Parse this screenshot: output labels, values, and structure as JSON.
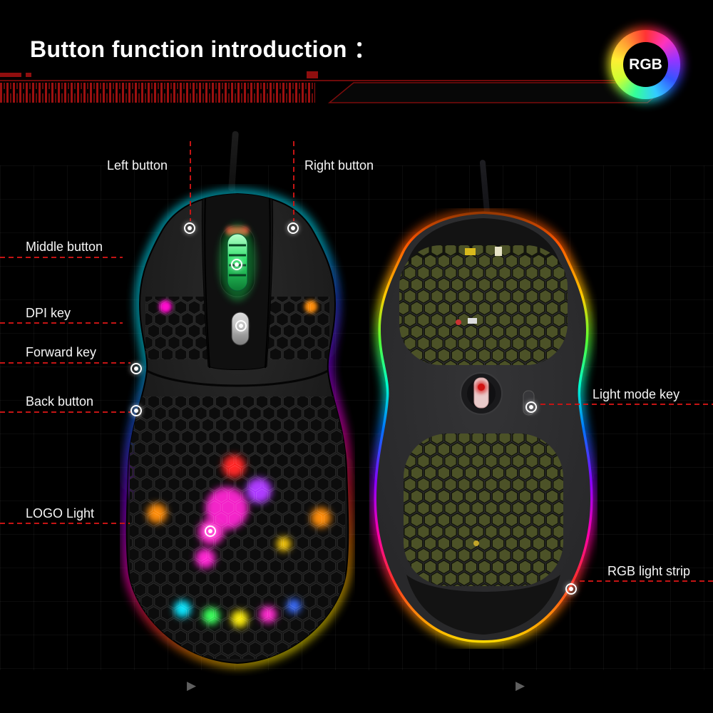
{
  "title": "Button function introduction ：",
  "rgb_badge": "RGB",
  "callouts": {
    "left_button": "Left button",
    "right_button": "Right button",
    "middle_button": "Middle button",
    "dpi_key": "DPI key",
    "forward_key": "Forward key",
    "back_button": "Back button",
    "logo_light": "LOGO Light",
    "light_mode_key": "Light mode key",
    "rgb_light_strip": "RGB light strip"
  },
  "nav": {
    "prev_arrow": "▶",
    "next_arrow": "▶"
  },
  "colors": {
    "accent_red": "#c41414",
    "background": "#000000",
    "label_text": "#f5f5f5"
  }
}
